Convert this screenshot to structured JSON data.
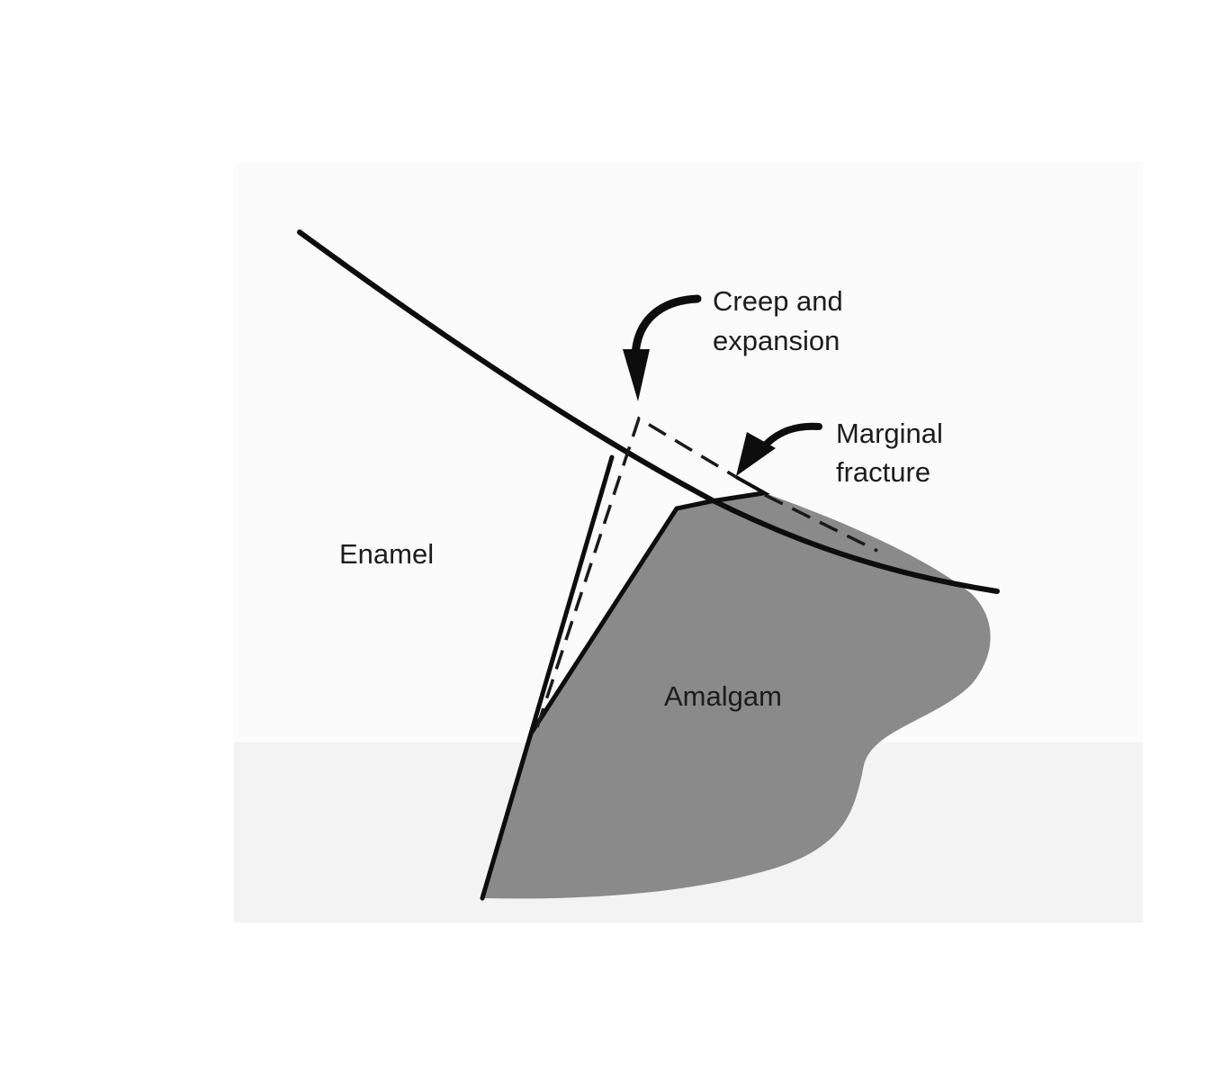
{
  "figure": {
    "labels": {
      "enamel": "Enamel",
      "amalgam": "Amalgam",
      "creep_line1": "Creep and",
      "creep_line2": "expansion",
      "fracture_line1": "Marginal",
      "fracture_line2": "fracture"
    },
    "colors": {
      "amalgam_fill": "#8a8a8a",
      "line": "#0d0d0d",
      "background": "#ffffff"
    }
  }
}
